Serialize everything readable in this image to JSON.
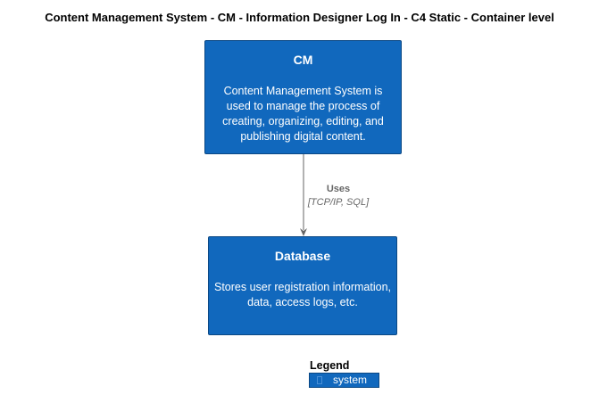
{
  "diagram": {
    "title": "Content Management System - CM - Information Designer Log In - C4 Static - Container level"
  },
  "containers": {
    "cm": {
      "name": "CM",
      "description": "Content Management System is used to manage the process of creating, organizing, editing, and publishing digital content."
    },
    "database": {
      "name": "Database",
      "description": "Stores user registration information, data, access logs, etc."
    }
  },
  "relationship": {
    "label": "Uses",
    "technology": "[TCP/IP, SQL]"
  },
  "legend": {
    "title": "Legend",
    "items": [
      {
        "label": "system",
        "color": "#1168bd"
      }
    ]
  },
  "colors": {
    "container_fill": "#1168bd",
    "container_border": "#0b4884",
    "arrow": "#666666"
  }
}
